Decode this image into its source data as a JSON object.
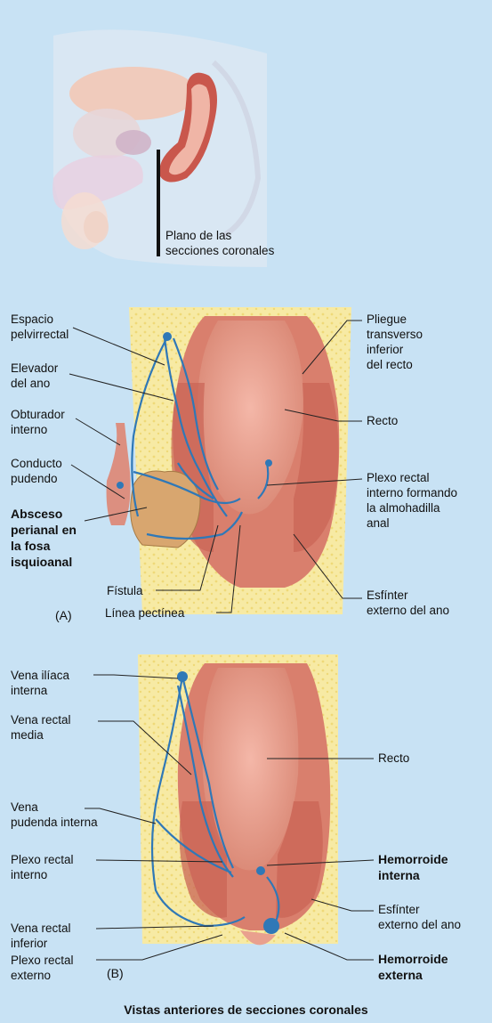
{
  "top": {
    "plane_label": "Plano de las\nsecciones coronales"
  },
  "panel_a": {
    "letter": "(A)",
    "left_labels": [
      "Espacio\npelvirrectal",
      "Elevador\ndel ano",
      "Obturador\ninterno",
      "Conducto\npudendo"
    ],
    "abscess_label": "Absceso\nperianal en\nla fosa\nisquioanal",
    "bottom_labels": [
      "Fístula",
      "Línea pectínea"
    ],
    "right_labels": [
      "Pliegue\ntransverso\ninferior\ndel recto",
      "Recto",
      "Plexo rectal\ninterno formando\nla almohadilla\nanal",
      "Esfínter\nexterno del ano"
    ]
  },
  "panel_b": {
    "letter": "(B)",
    "left_labels": [
      "Vena ilíaca\ninterna",
      "Vena rectal\nmedia",
      "Vena\npudenda interna",
      "Plexo rectal\ninterno",
      "Vena rectal\ninferior",
      "Plexo rectal\nexterno"
    ],
    "right_labels": [
      "Recto",
      "Esfínter\nexterno del ano"
    ],
    "right_bold_labels": [
      "Hemorroide\ninterna",
      "Hemorroide\nexterna"
    ]
  },
  "caption": "Vistas anteriores de secciones coronales"
}
